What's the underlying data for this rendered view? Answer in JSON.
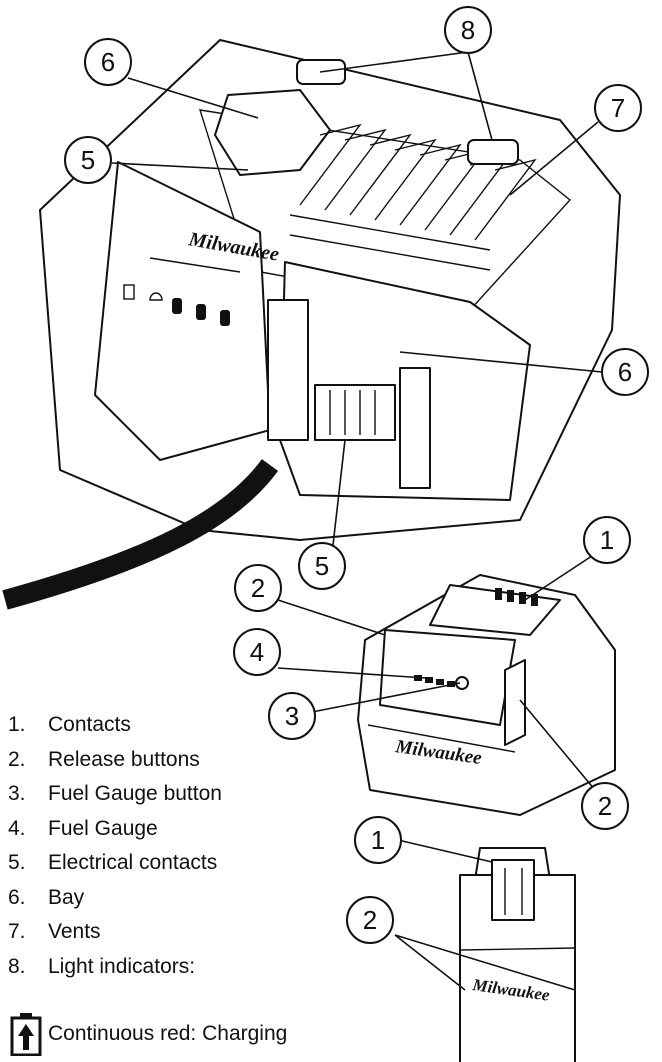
{
  "charger": {
    "brand": "Milwaukee"
  },
  "battery": {
    "brand": "Milwaukee"
  },
  "callouts": [
    {
      "id": "c-6-top",
      "label": "6"
    },
    {
      "id": "c-8-top",
      "label": "8"
    },
    {
      "id": "c-5-top",
      "label": "5"
    },
    {
      "id": "c-7",
      "label": "7"
    },
    {
      "id": "c-6-mid",
      "label": "6"
    },
    {
      "id": "c-5-bottom",
      "label": "5"
    },
    {
      "id": "c-1-battery",
      "label": "1"
    },
    {
      "id": "c-2-battery-left",
      "label": "2"
    },
    {
      "id": "c-4",
      "label": "4"
    },
    {
      "id": "c-3",
      "label": "3"
    },
    {
      "id": "c-2-battery-right",
      "label": "2"
    },
    {
      "id": "c-1-side",
      "label": "1"
    },
    {
      "id": "c-2-side",
      "label": "2"
    }
  ],
  "legend": [
    {
      "num": "1.",
      "text": "Contacts"
    },
    {
      "num": "2.",
      "text": "Release buttons"
    },
    {
      "num": "3.",
      "text": "Fuel Gauge button"
    },
    {
      "num": "4.",
      "text": "Fuel Gauge"
    },
    {
      "num": "5.",
      "text": "Electrical contacts"
    },
    {
      "num": "6.",
      "text": "Bay"
    },
    {
      "num": "7.",
      "text": "Vents"
    },
    {
      "num": "8.",
      "text": "Light indicators:"
    }
  ],
  "status": {
    "icon": "battery-charging-icon",
    "text": "Continuous red:  Charging"
  }
}
